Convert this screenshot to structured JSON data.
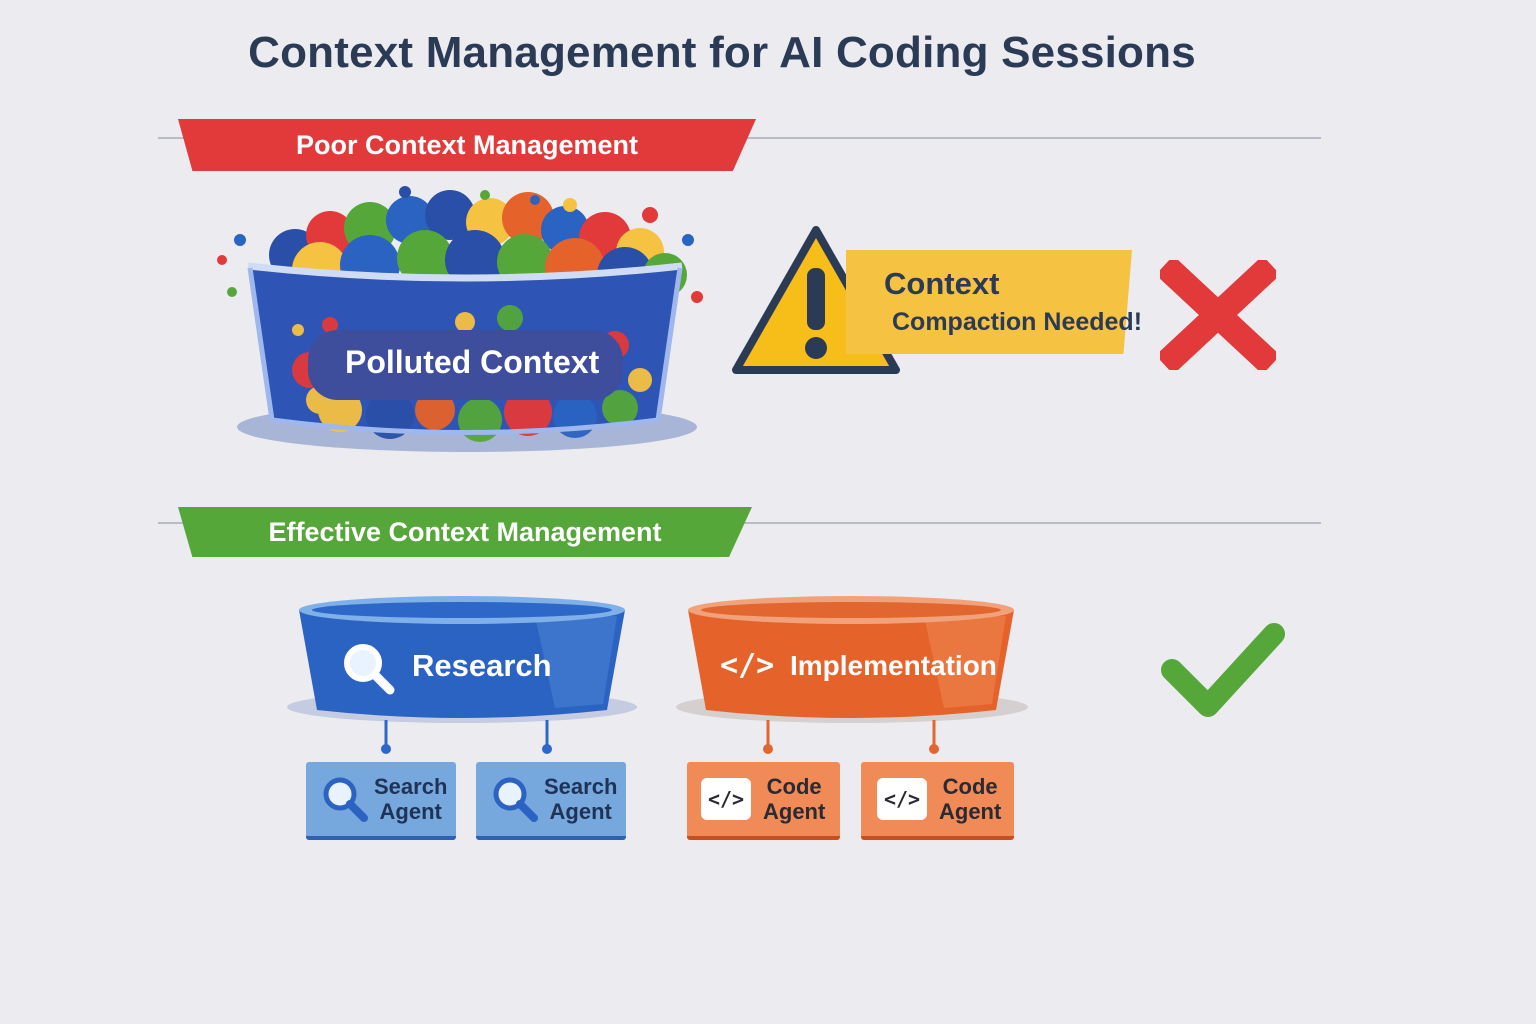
{
  "title": "Context Management for AI Coding Sessions",
  "poor": {
    "heading": "Poor Context Management",
    "tub_label": "Polluted Context",
    "callout_line1": "Context",
    "callout_line2": "Compaction Needed!",
    "warning_icon": "warning-triangle-icon",
    "status_icon": "red-x-icon"
  },
  "effective": {
    "heading": "Effective Context Management",
    "research_label": "Research",
    "implementation_label": "Implementation",
    "agents": [
      {
        "line1": "Search",
        "line2": "Agent",
        "icon": "magnifier-icon"
      },
      {
        "line1": "Search",
        "line2": "Agent",
        "icon": "magnifier-icon"
      },
      {
        "line1": "Code",
        "line2": "Agent",
        "icon": "code-icon"
      },
      {
        "line1": "Code",
        "line2": "Agent",
        "icon": "code-icon"
      }
    ],
    "code_symbol": "</>",
    "status_icon": "green-check-icon"
  },
  "colors": {
    "red": "#e2393a",
    "green": "#56a73a",
    "blue": "#2a63c2",
    "orange": "#e5622a",
    "yellow": "#f5c242",
    "navy": "#2b3a55"
  }
}
